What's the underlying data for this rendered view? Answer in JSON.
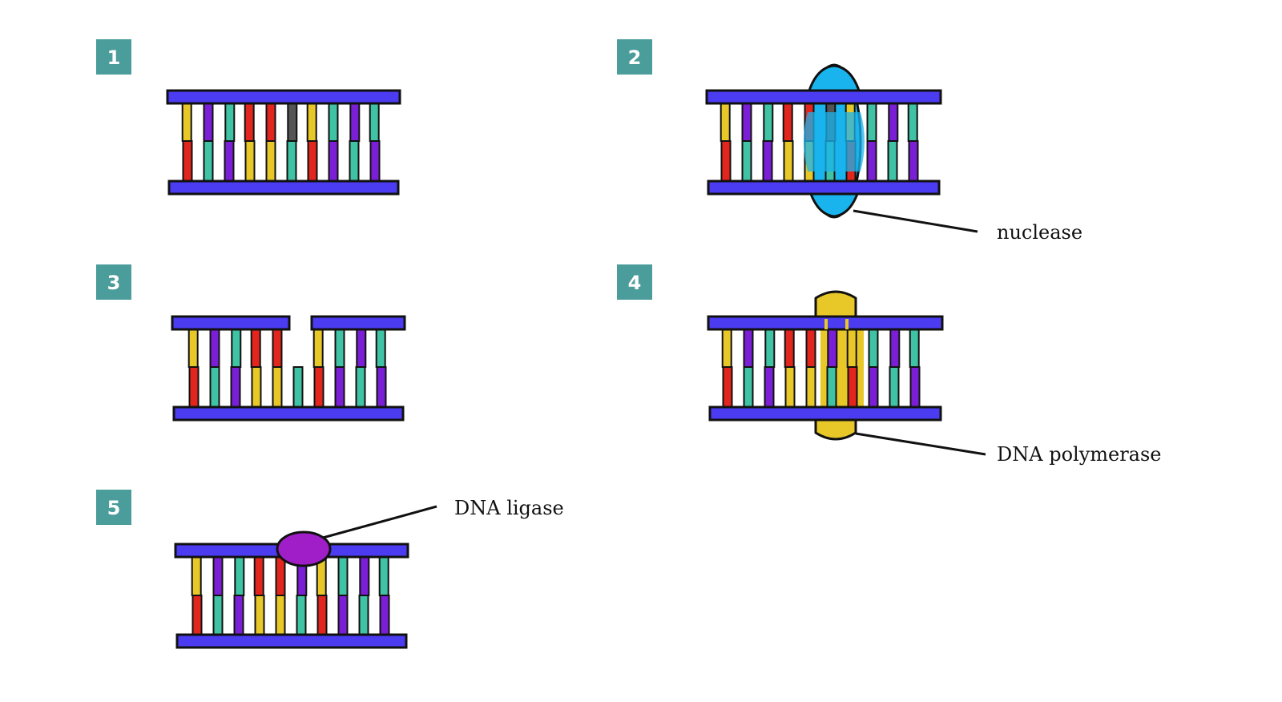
{
  "colors": {
    "backbone": "#4b3cf2",
    "outline": "#111111",
    "badge": "#4a9d9b",
    "yellow": "#e8c829",
    "red": "#e3261d",
    "teal": "#3fc3a4",
    "purple": "#7a1fd6",
    "gray": "#555555",
    "nuclease": "#19b4ee",
    "polymerase": "#e8c829",
    "ligase": "#a01ec8"
  },
  "steps": [
    {
      "number": "1"
    },
    {
      "number": "2",
      "label": "nuclease"
    },
    {
      "number": "3"
    },
    {
      "number": "4",
      "label": "DNA polymerase"
    },
    {
      "number": "5",
      "label": "DNA ligase"
    }
  ],
  "base_pairs": {
    "intact": [
      [
        "yellow",
        "red"
      ],
      [
        "purple",
        "teal"
      ],
      [
        "teal",
        "purple"
      ],
      [
        "red",
        "yellow"
      ],
      [
        "red",
        "yellow"
      ],
      [
        "gray",
        "teal"
      ],
      [
        "yellow",
        "red"
      ],
      [
        "teal",
        "purple"
      ],
      [
        "purple",
        "teal"
      ],
      [
        "teal",
        "purple"
      ]
    ],
    "excised": [
      [
        "yellow",
        "red"
      ],
      [
        "purple",
        "teal"
      ],
      [
        "teal",
        "purple"
      ],
      [
        "red",
        "yellow"
      ],
      [
        "red",
        "yellow"
      ],
      [
        null,
        "teal"
      ],
      [
        "yellow",
        "red"
      ],
      [
        "teal",
        "purple"
      ],
      [
        "purple",
        "teal"
      ],
      [
        "teal",
        "purple"
      ]
    ],
    "repaired": [
      [
        "yellow",
        "red"
      ],
      [
        "purple",
        "teal"
      ],
      [
        "teal",
        "purple"
      ],
      [
        "red",
        "yellow"
      ],
      [
        "red",
        "yellow"
      ],
      [
        "purple",
        "teal"
      ],
      [
        "yellow",
        "red"
      ],
      [
        "teal",
        "purple"
      ],
      [
        "purple",
        "teal"
      ],
      [
        "teal",
        "purple"
      ]
    ]
  }
}
